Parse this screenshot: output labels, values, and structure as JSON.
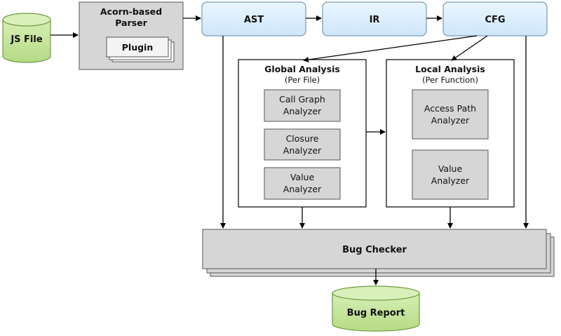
{
  "nodes": {
    "js_file": "JS File",
    "parser_line1": "Acorn-based",
    "parser_line2": "Parser",
    "plugin": "Plugin",
    "ast": "AST",
    "ir": "IR",
    "cfg": "CFG",
    "global_title": "Global Analysis",
    "global_sub": "(Per File)",
    "call_graph_1": "Call Graph",
    "call_graph_2": "Analyzer",
    "closure_1": "Closure",
    "closure_2": "Analyzer",
    "value_g_1": "Value",
    "value_g_2": "Analyzer",
    "local_title": "Local Analysis",
    "local_sub": "(Per Function)",
    "access_path_1": "Access Path",
    "access_path_2": "Analyzer",
    "value_l_1": "Value",
    "value_l_2": "Analyzer",
    "bug_checker": "Bug Checker",
    "bug_report": "Bug Report"
  },
  "colors": {
    "green_fill": "#c6e5a0",
    "green_stroke": "#6f9a40",
    "blue_fill": "#dcefff",
    "blue_stroke": "#7a9ab5",
    "gray_fill": "#d6d6d6",
    "gray_stroke": "#555555",
    "line": "#000000"
  }
}
